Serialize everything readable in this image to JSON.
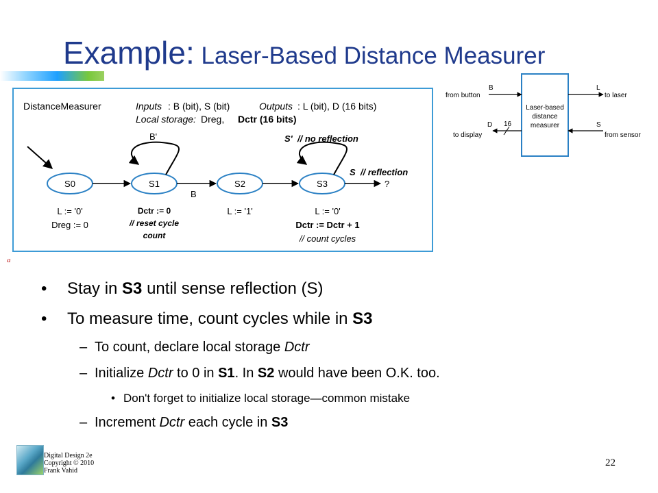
{
  "title": {
    "main": "Example:",
    "rest": " Laser-Based Distance Measurer"
  },
  "fsm": {
    "name": "DistanceMeasurer",
    "inputs_label": "Inputs",
    "inputs_value": ": B (bit), S (bit)",
    "outputs_label": "Outputs",
    "outputs_value": ": L (bit), D (16 bits)",
    "storage_label": "Local storage:",
    "storage_value": " Dreg, ",
    "storage_bold": "Dctr (16 bits)",
    "states": [
      "S0",
      "S1",
      "S2",
      "S3"
    ],
    "loop_s1": "B'",
    "edge_s1_s2": "B",
    "loop_s3": "S'  // no reflection",
    "exit_s3": "S  // reflection",
    "exit_target": "?",
    "actions": {
      "s0_line1": "L := '0'",
      "s0_line2": "Dreg := 0",
      "s1_line1": "Dctr := 0",
      "s1_line2": "// reset cycle",
      "s1_line3": "count",
      "s2_line1": "L := '1'",
      "s3_line1": "L := '0'",
      "s3_line2": "Dctr := Dctr + 1",
      "s3_line3": "// count cycles"
    }
  },
  "block": {
    "name_line1": "Laser-based",
    "name_line2": "distance",
    "name_line3": "measurer",
    "pin_b": "B",
    "pin_l": "L",
    "pin_d": "D",
    "pin_s": "S",
    "bus_width": "16",
    "from_button": "from button",
    "to_laser": "to laser",
    "to_display": "to display",
    "from_sensor": "from sensor"
  },
  "bullets": {
    "b1_pre": "Stay in ",
    "b1_bold": "S3",
    "b1_post": " until sense reflection (S)",
    "b2_pre": "To measure time, count cycles while in ",
    "b2_bold": "S3",
    "s1_pre": "To count, declare local storage ",
    "s1_ital": "Dctr",
    "s2_pre": "Initialize ",
    "s2_ital": "Dctr",
    "s2_mid": " to 0 in ",
    "s2_bold1": "S1",
    "s2_mid2": ". In ",
    "s2_bold2": "S2",
    "s2_post": " would have been O.K. too.",
    "sub": "Don't forget to initialize local storage—common mistake",
    "s3_pre": "Increment ",
    "s3_ital": "Dctr",
    "s3_mid": " each cycle in ",
    "s3_bold": "S3"
  },
  "footer": {
    "line1": "Digital Design 2e",
    "line2": "Copyright © 2010",
    "line3": "Frank Vahid"
  },
  "page_number": "22",
  "stray_mark": "a"
}
